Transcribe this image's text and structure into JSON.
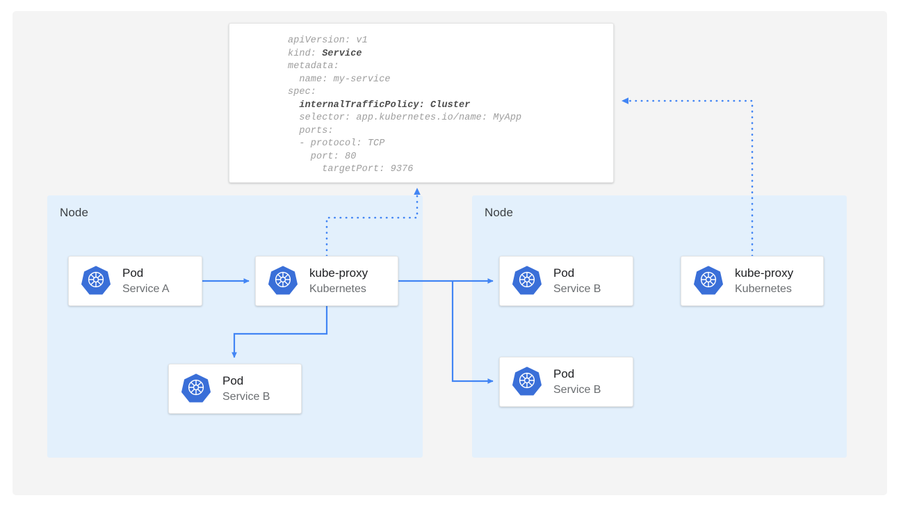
{
  "diagram": {
    "title": "Kubernetes Service internalTrafficPolicy Cluster traffic routing",
    "colors": {
      "page_background": "#ffffff",
      "canvas_background": "#f4f4f4",
      "node_background": "#e3f0fc",
      "card_background": "#ffffff",
      "connector_blue": "#4285f4",
      "k8s_logo_blue": "#3a6fd8",
      "title_text": "#202124",
      "subtitle_text": "#6a6d70",
      "code_text": "#9e9e9e",
      "code_bold_text": "#4d4d4d"
    }
  },
  "yaml_panel": {
    "name": "service-manifest",
    "lines": [
      {
        "text": "apiVersion: v1",
        "bold": false
      },
      {
        "text": "kind: ",
        "bold_tail": "Service"
      },
      {
        "text": "metadata:",
        "bold": false
      },
      {
        "text": "  name: my-service",
        "bold": false
      },
      {
        "text": "spec:",
        "bold": false
      },
      {
        "text": "  internalTrafficPolicy: Cluster",
        "all_bold": true
      },
      {
        "text": "  selector: app.kubernetes.io/name: MyApp",
        "bold": false
      },
      {
        "text": "  ports:",
        "bold": false
      },
      {
        "text": "  - protocol: TCP",
        "bold": false
      },
      {
        "text": "    port: 80",
        "bold": false
      },
      {
        "text": "      targetPort: 9376",
        "bold": false
      }
    ],
    "raw": "apiVersion: v1\nkind: Service\nmetadata:\n  name: my-service\nspec:\n  internalTrafficPolicy: Cluster\n  selector: app.kubernetes.io/name: MyApp\n  ports:\n  - protocol: TCP\n    port: 80\n      targetPort: 9376"
  },
  "nodes": [
    {
      "id": "node-left",
      "label": "Node"
    },
    {
      "id": "node-right",
      "label": "Node"
    }
  ],
  "cards": [
    {
      "id": "pod-service-a",
      "title": "Pod",
      "subtitle": "Service A",
      "icon": "kubernetes-icon"
    },
    {
      "id": "kube-proxy-left",
      "title": "kube-proxy",
      "subtitle": "Kubernetes",
      "icon": "kubernetes-icon"
    },
    {
      "id": "pod-service-b-left",
      "title": "Pod",
      "subtitle": "Service B",
      "icon": "kubernetes-icon"
    },
    {
      "id": "pod-service-b-top",
      "title": "Pod",
      "subtitle": "Service B",
      "icon": "kubernetes-icon"
    },
    {
      "id": "pod-service-b-bottom",
      "title": "Pod",
      "subtitle": "Service B",
      "icon": "kubernetes-icon"
    },
    {
      "id": "kube-proxy-right",
      "title": "kube-proxy",
      "subtitle": "Kubernetes",
      "icon": "kubernetes-icon"
    }
  ],
  "connectors": [
    {
      "id": "pod-a-to-kube-proxy",
      "style": "solid",
      "arrow": true
    },
    {
      "id": "kube-proxy-to-pod-b-local",
      "style": "solid",
      "arrow": true
    },
    {
      "id": "kube-proxy-to-pod-b-remote-top",
      "style": "solid",
      "arrow": true
    },
    {
      "id": "kube-proxy-to-pod-b-remote-bottom",
      "style": "solid",
      "arrow": true
    },
    {
      "id": "kube-proxy-left-to-manifest",
      "style": "dotted",
      "arrow": true
    },
    {
      "id": "kube-proxy-right-to-manifest",
      "style": "dotted",
      "arrow": true
    }
  ]
}
